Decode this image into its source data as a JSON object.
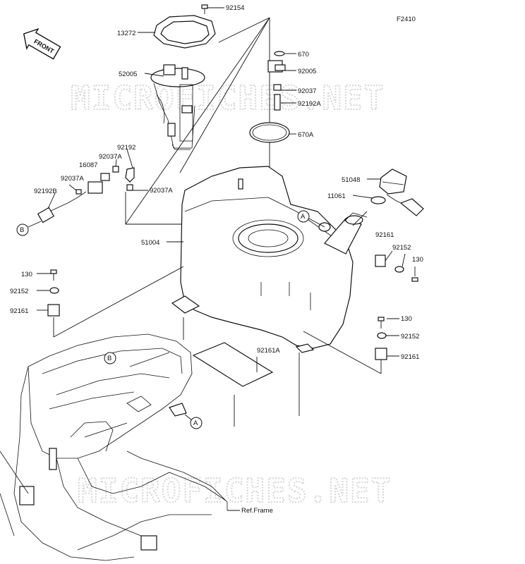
{
  "figure_code": "F2410",
  "direction_marker": "FRONT",
  "watermark": "MICROFICHES.NET",
  "reference_label": "Ref.Frame",
  "callouts": {
    "a": "A",
    "b": "B"
  },
  "parts": {
    "p92154": "92154",
    "p13272": "13272",
    "p52005": "52005",
    "p670": "670",
    "p92005": "92005",
    "p92037": "92037",
    "p92192A": "92192A",
    "p670A": "670A",
    "p92192": "92192",
    "p92037A_top": "92037A",
    "p16087": "16087",
    "p92037A_left": "92037A",
    "p92192B": "92192B",
    "p92037A_low": "92037A",
    "p51004": "51004",
    "p51048": "51048",
    "p11061": "11061",
    "p92161_right": "92161",
    "p92152_right": "92152",
    "p130_right": "130",
    "p130_left": "130",
    "p92152_left": "92152",
    "p92161_left": "92161",
    "p92161A": "92161A",
    "p130_low": "130",
    "p92152_low": "92152",
    "p92161_low": "92161"
  }
}
